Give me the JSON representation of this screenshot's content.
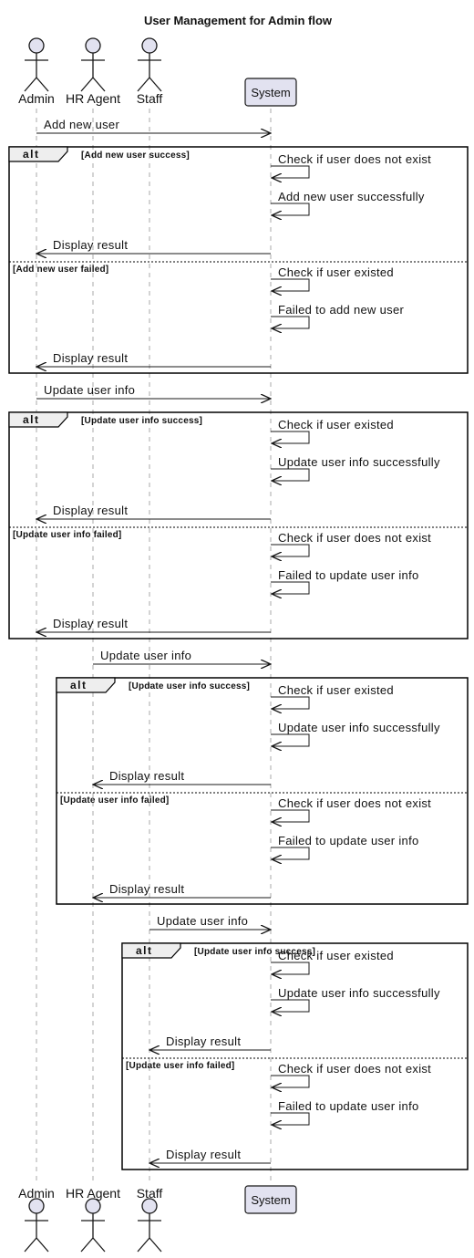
{
  "title": "User Management for Admin flow",
  "participants": [
    {
      "id": "admin",
      "label": "Admin",
      "kind": "actor"
    },
    {
      "id": "hr",
      "label": "HR Agent",
      "kind": "actor"
    },
    {
      "id": "staff",
      "label": "Staff",
      "kind": "actor"
    },
    {
      "id": "system",
      "label": "System",
      "kind": "participant"
    }
  ],
  "colors": {
    "actor_fill": "#e2e2f0",
    "actor_stroke": "#181818",
    "lifeline": "#aaaaaa",
    "frame_stroke": "#000000",
    "arrow": "#181818"
  },
  "sections": [
    {
      "caller": "admin",
      "request": "Add new user",
      "tag": "alt",
      "branches": [
        {
          "guard": "[Add new user success]",
          "steps": [
            "Check if user does not exist",
            "Add new user successfully"
          ],
          "reply": "Display result"
        },
        {
          "guard": "[Add new user failed]",
          "steps": [
            "Check if user existed",
            "Failed to add new user"
          ],
          "reply": "Display result"
        }
      ]
    },
    {
      "caller": "admin",
      "request": "Update user info",
      "tag": "alt",
      "branches": [
        {
          "guard": "[Update user info success]",
          "steps": [
            "Check if user existed",
            "Update user info successfully"
          ],
          "reply": "Display result"
        },
        {
          "guard": "[Update user info failed]",
          "steps": [
            "Check if user does not exist",
            "Failed to update user info"
          ],
          "reply": "Display result"
        }
      ]
    },
    {
      "caller": "hr",
      "request": "Update user info",
      "tag": "alt",
      "branches": [
        {
          "guard": "[Update user info success]",
          "steps": [
            "Check if user existed",
            "Update user info successfully"
          ],
          "reply": "Display result"
        },
        {
          "guard": "[Update user info failed]",
          "steps": [
            "Check if user does not exist",
            "Failed to update user info"
          ],
          "reply": "Display result"
        }
      ]
    },
    {
      "caller": "staff",
      "request": "Update user info",
      "tag": "alt",
      "branches": [
        {
          "guard": "[Update user info success]",
          "steps": [
            "Check if user existed",
            "Update user info successfully"
          ],
          "reply": "Display result"
        },
        {
          "guard": "[Update user info failed]",
          "steps": [
            "Check if user does not exist",
            "Failed to update user info"
          ],
          "reply": "Display result"
        }
      ]
    }
  ]
}
